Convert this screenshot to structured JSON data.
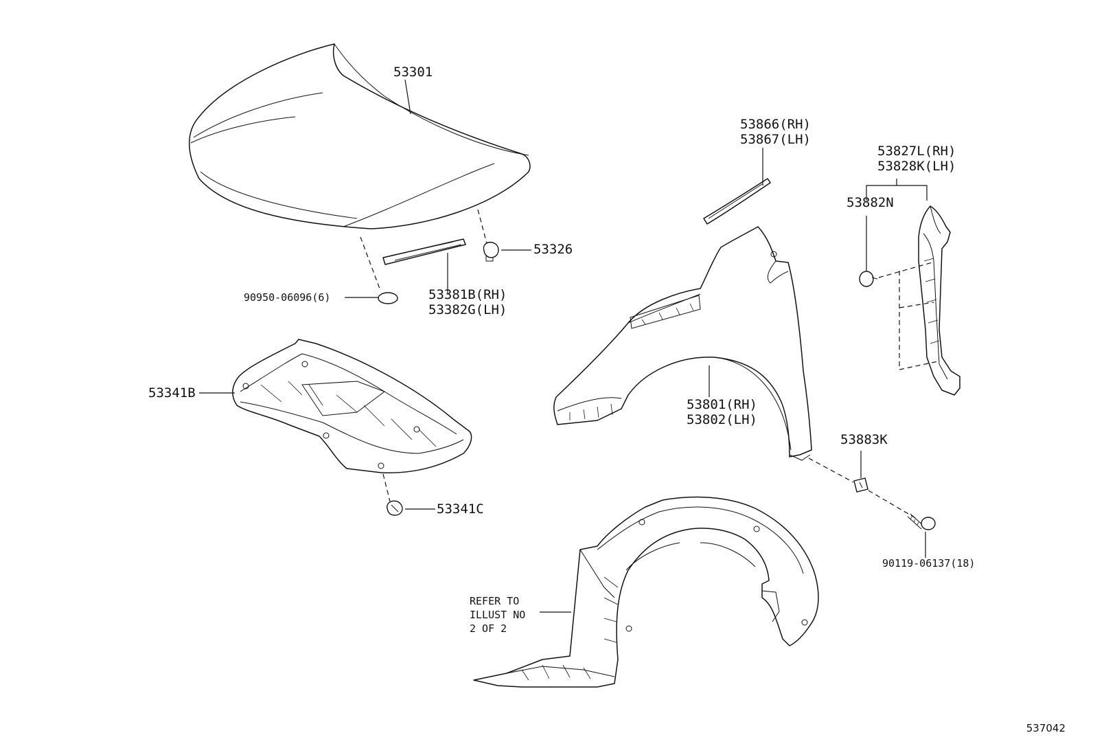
{
  "labels": {
    "hood": "53301",
    "hood_cushion": "53326",
    "hood_seal_rh": "53381B(RH)",
    "hood_seal_lh": "53382G(LH)",
    "retainer_hood": "90950-06096(6)",
    "hood_insulator": "53341B",
    "insulator_clip": "53341C",
    "fender_seal_rh": "53866(RH)",
    "fender_seal_lh": "53867(LH)",
    "fender_protector_rh": "53827L(RH)",
    "fender_protector_lh": "53828K(LH)",
    "protector_clip": "53882N",
    "fender_rh": "53801(RH)",
    "fender_lh": "53802(LH)",
    "fender_nut": "53883K",
    "bolt": "90119-06137(18)",
    "refer_line1": "REFER TO",
    "refer_line2": "ILLUST NO",
    "refer_line3": "2 OF 2"
  },
  "diagram_id": "537042"
}
